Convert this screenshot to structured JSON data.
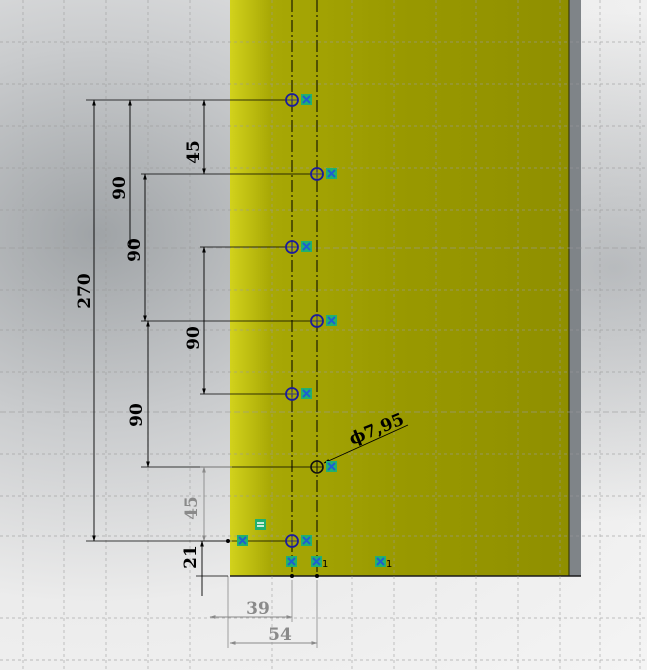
{
  "colors": {
    "part_face": "#9a9a00",
    "part_edge_highlight": "#cfcf1a",
    "part_side": "#7f8488",
    "grid": "#9a9a9a",
    "dimension": "#000000",
    "dimension_driven": "#8a8a8a",
    "hole_outline": "#1c1c9c",
    "relation_icon_bg": "#20b070",
    "relation_icon_mark": "#1f5fd0"
  },
  "dimensions": {
    "d_45_top": "45",
    "d_90_a": "90",
    "d_90_b": "90",
    "d_270": "270",
    "d_90_c": "90",
    "d_90_d": "90",
    "d_45_bottom": "45",
    "d_21": "21",
    "d_39": "39",
    "d_54": "54",
    "d_diameter": "ϕ7,95"
  },
  "relations": {
    "fix_label_1": "1",
    "fix_label_2": "1",
    "equal_icon": "equal-relation-icon"
  }
}
